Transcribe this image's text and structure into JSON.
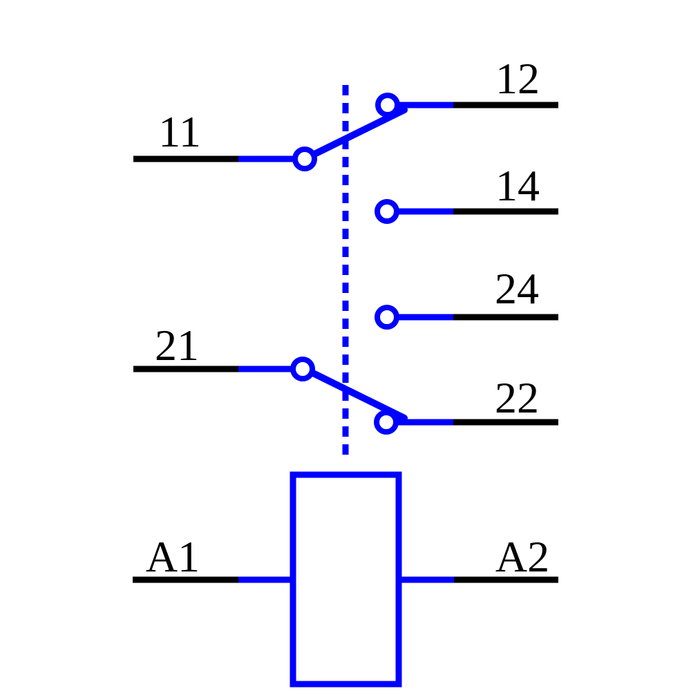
{
  "labels": {
    "contact1_common": "11",
    "contact1_nc": "12",
    "contact1_no": "14",
    "contact2_common": "21",
    "contact2_no": "24",
    "contact2_nc": "22",
    "coil_left": "A1",
    "coil_right": "A2"
  },
  "colors": {
    "symbol": "#0000ff",
    "wire": "#000000",
    "background": "#ffffff",
    "label": "#000000"
  }
}
